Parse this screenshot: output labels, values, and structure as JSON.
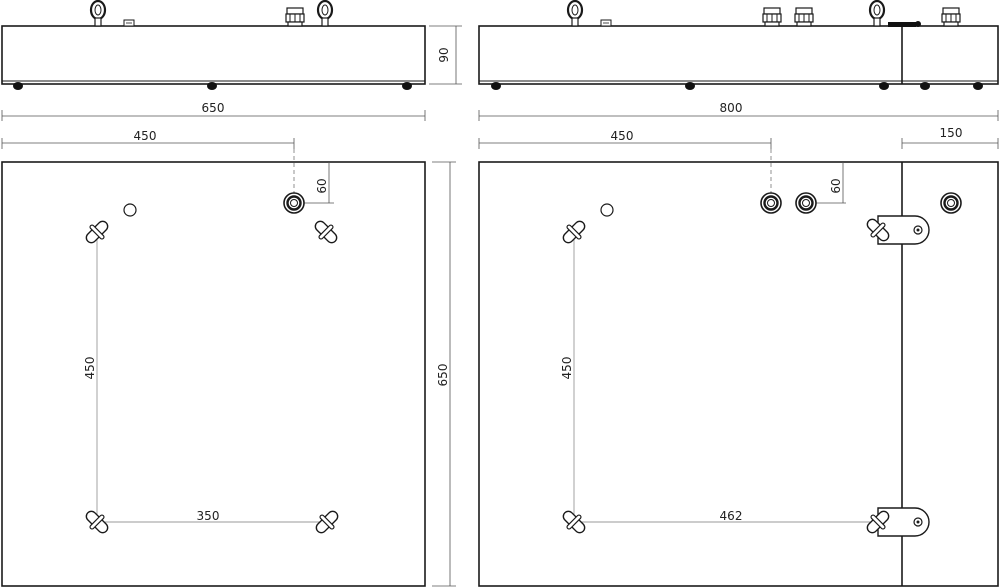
{
  "drawing": {
    "left_view": {
      "dims": {
        "width_overall": "650",
        "offset_to_gland": "450",
        "gland_depth": "60",
        "hole_spacing_vertical": "450",
        "hole_spacing_horizontal": "350",
        "height_side": "90",
        "depth_overall": "650"
      }
    },
    "right_view": {
      "dims": {
        "width_overall": "800",
        "offset_to_gland": "450",
        "extension_width": "150",
        "gland_depth": "60",
        "hole_spacing_vertical": "450",
        "hole_spacing_horizontal": "462"
      }
    },
    "colors": {
      "line": "#1a1a1a",
      "dimension": "#555555",
      "background": "#ffffff"
    }
  }
}
